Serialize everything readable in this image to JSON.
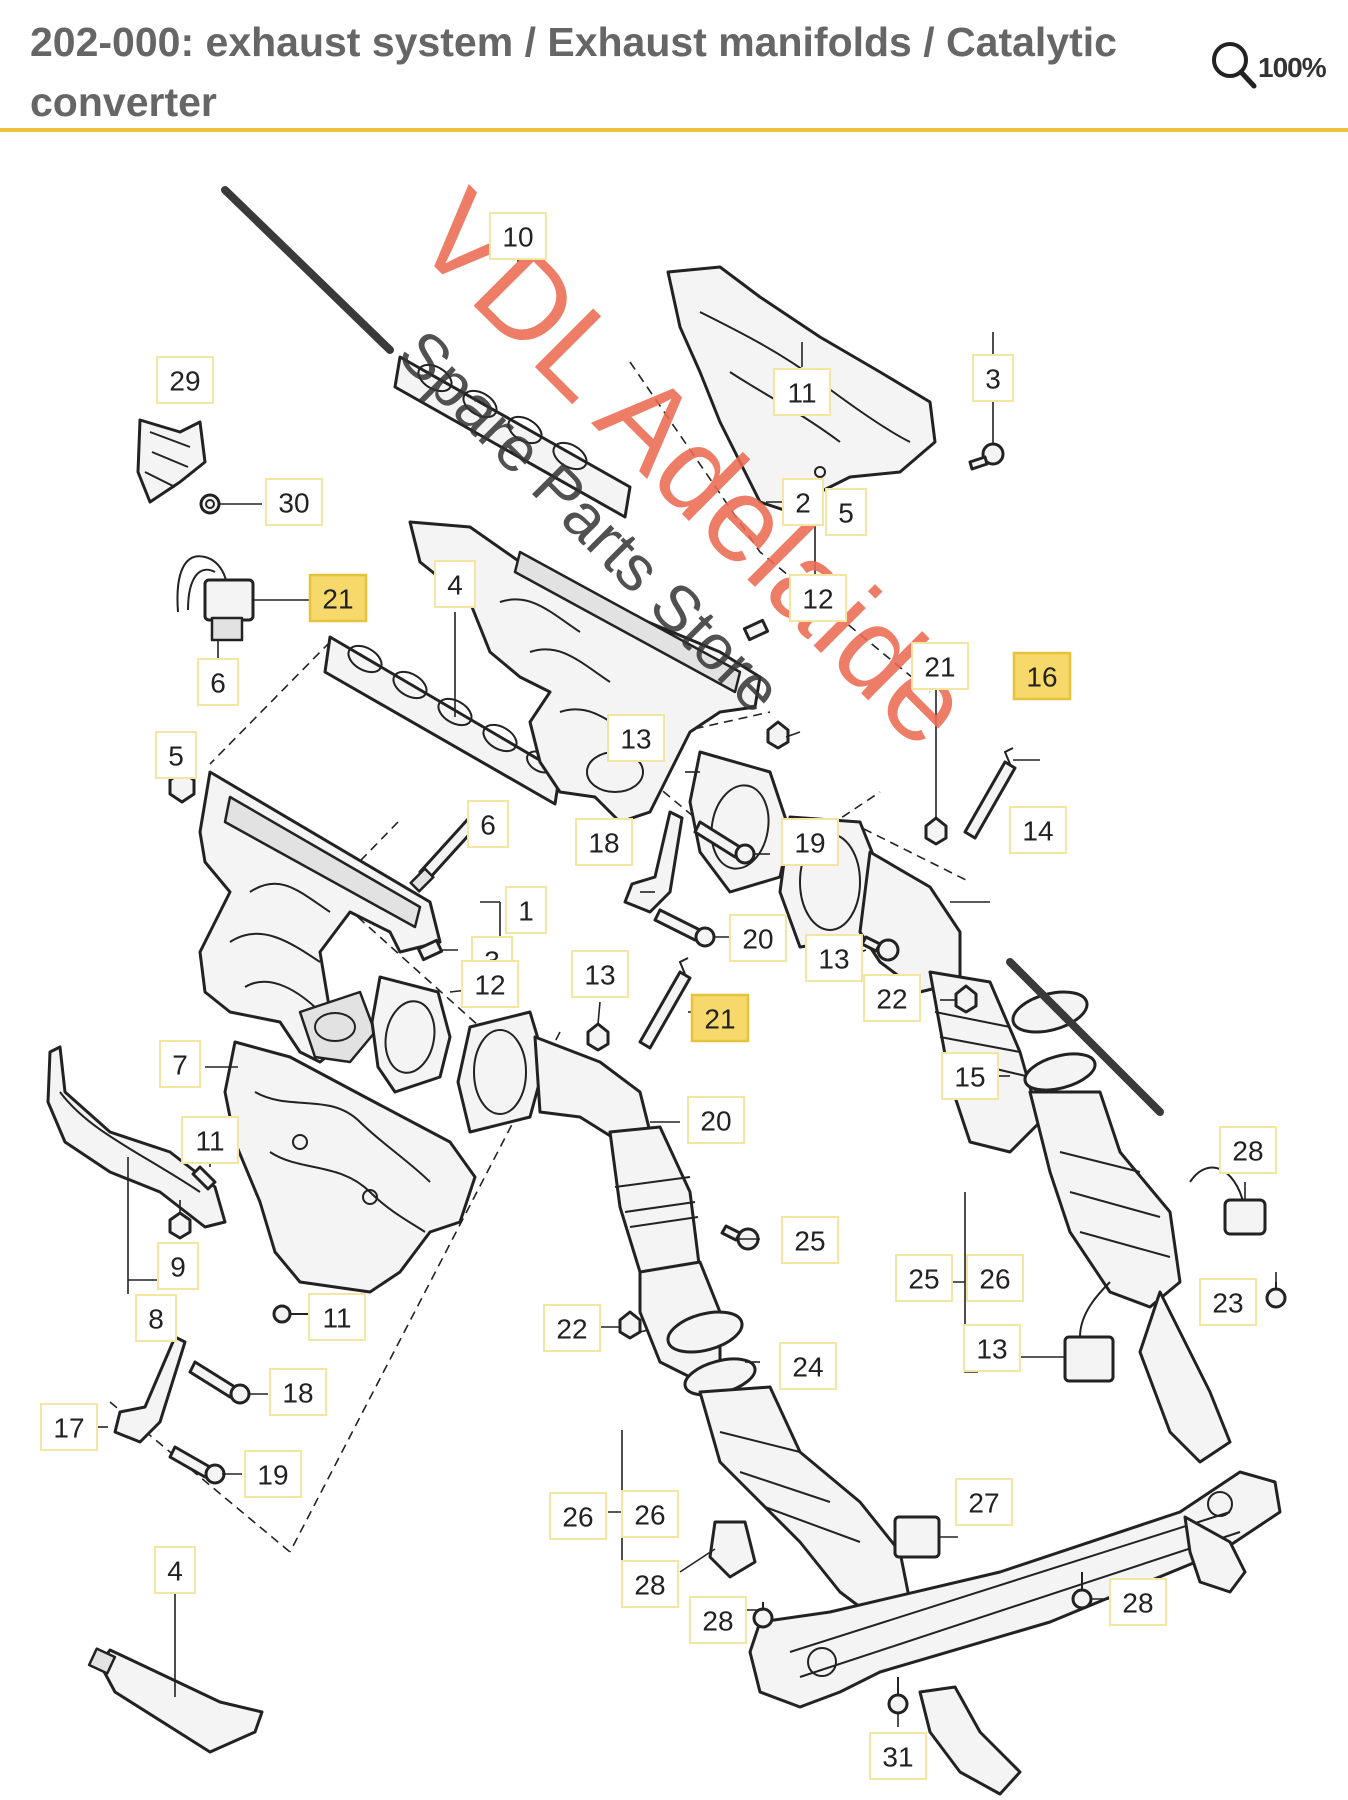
{
  "header": {
    "title": "202-000: exhaust system / Exhaust manifolds / Catalytic converter",
    "zoom_label": "100%"
  },
  "watermark": {
    "line1": "VDL Adelaide",
    "line2": "Spare Parts Store"
  },
  "colors": {
    "header_rule": "#e8c23a",
    "highlight": "#f6d96a",
    "watermark": "#ec6b52"
  },
  "callouts": [
    "29",
    "30",
    "21",
    "6",
    "4",
    "5",
    "6",
    "3",
    "1",
    "12",
    "13",
    "21",
    "7",
    "11",
    "9",
    "8",
    "11",
    "18",
    "17",
    "19",
    "4",
    "10",
    "11",
    "3",
    "2",
    "5",
    "12",
    "13",
    "21",
    "16",
    "18",
    "19",
    "20",
    "14",
    "13",
    "22",
    "15",
    "20",
    "25",
    "28",
    "23",
    "25",
    "26",
    "13",
    "22",
    "24",
    "26",
    "26",
    "27",
    "28",
    "28",
    "28",
    "31"
  ]
}
